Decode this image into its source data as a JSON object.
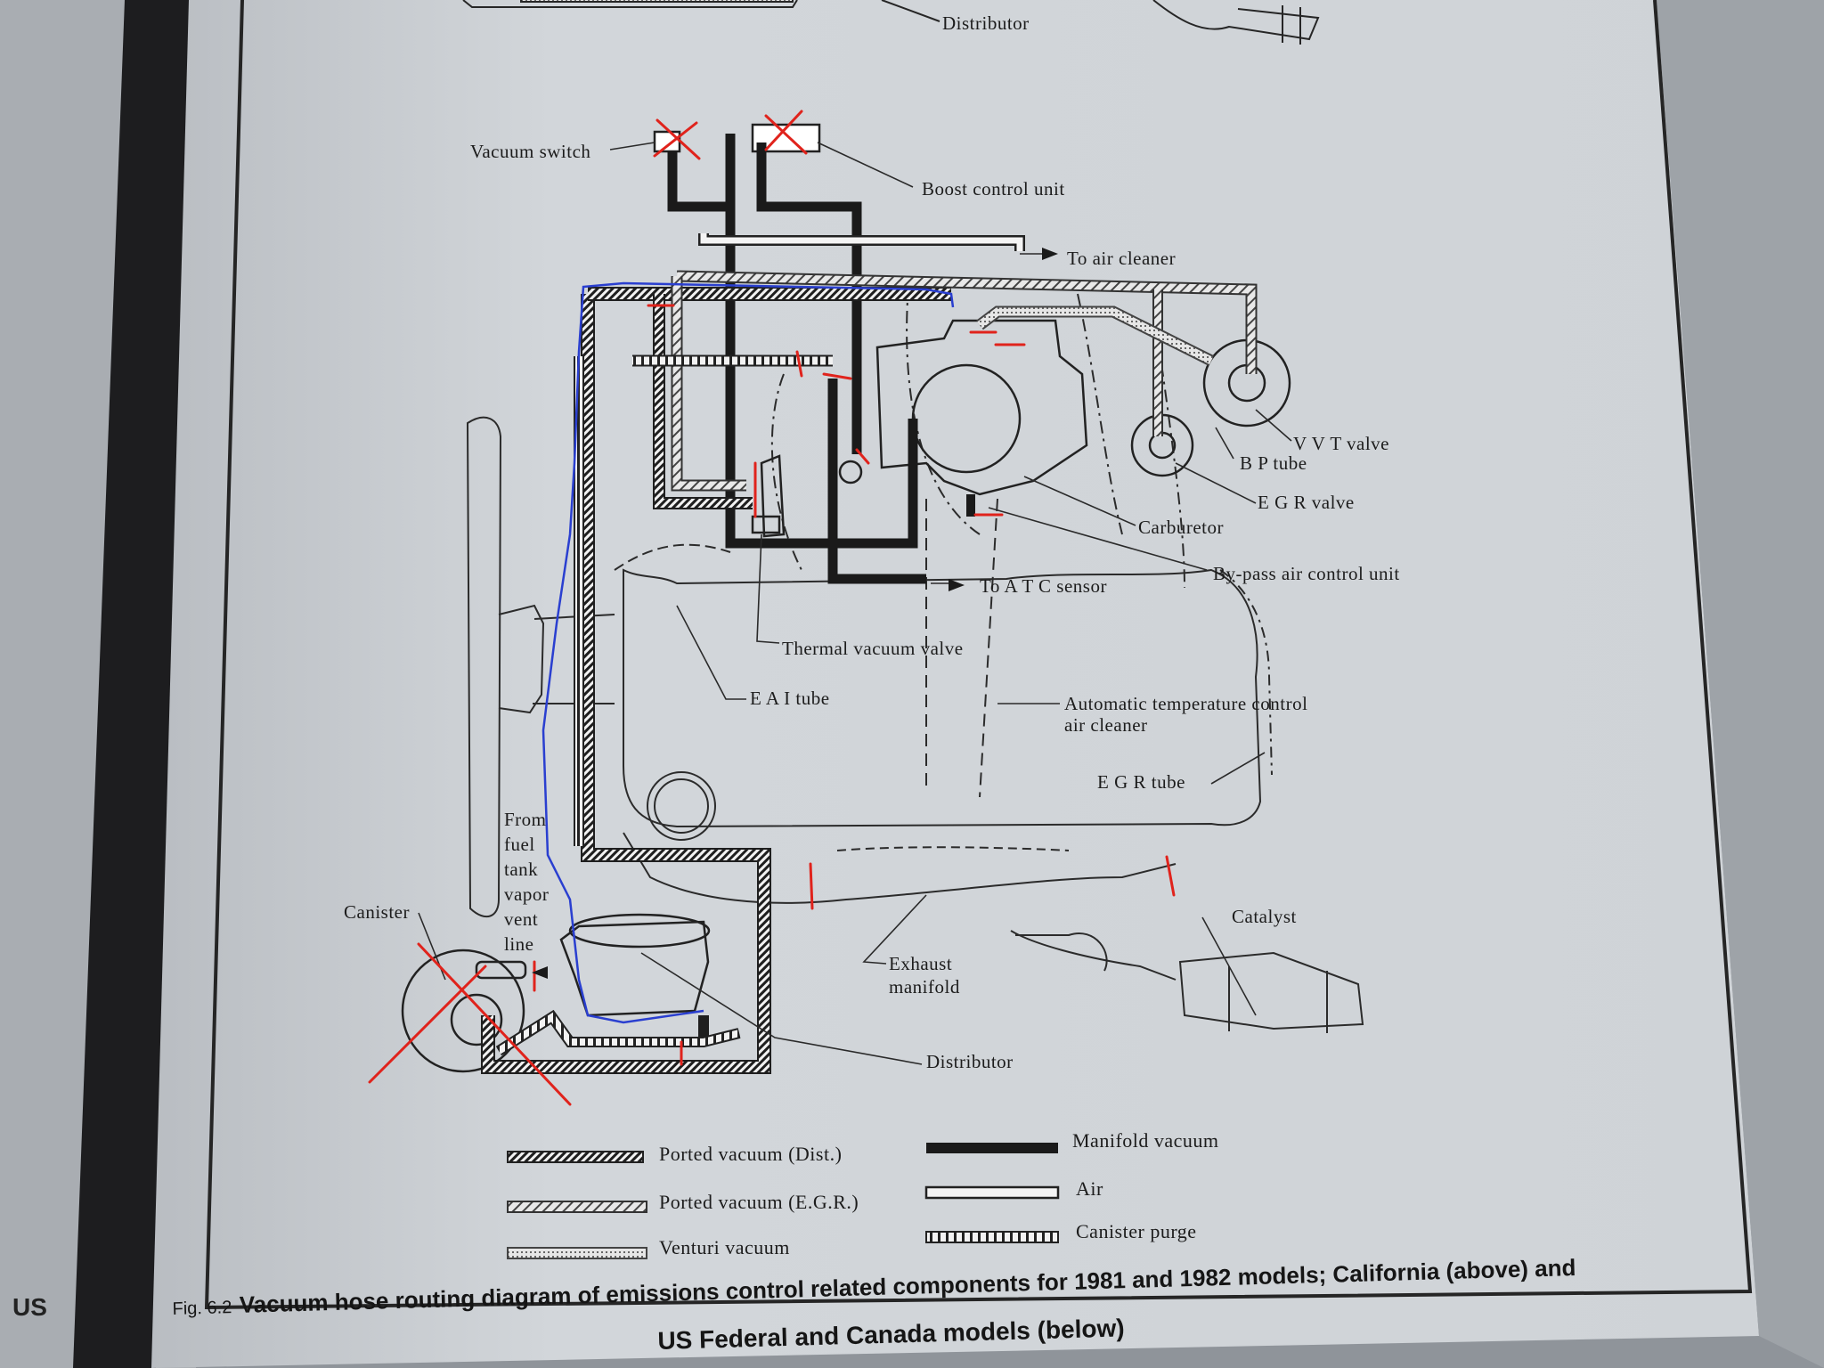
{
  "page": {
    "side_tag": "US"
  },
  "labels": {
    "distributor_top": "Distributor",
    "vacuum_switch": "Vacuum switch",
    "boost_control_unit": "Boost control unit",
    "to_air_cleaner": "To air cleaner",
    "vvt_valve": "V V T  valve",
    "bp_tube": "B P  tube",
    "egr_valve": "E G R  valve",
    "carburetor": "Carburetor",
    "bypass_air_control_unit": "By-pass air control unit",
    "to_atc_sensor": "To A T C  sensor",
    "thermal_vacuum_valve": "Thermal vacuum valve",
    "eai_tube": "E A I  tube",
    "atc_air_cleaner_line1": "Automatic temperature control",
    "atc_air_cleaner_line2": "air cleaner",
    "egr_tube": "E G R  tube",
    "from_fuel_tank": [
      "From",
      "fuel",
      "tank",
      "vapor",
      "vent",
      "line"
    ],
    "canister": "Canister",
    "catalyst": "Catalyst",
    "exhaust_manifold_line1": "Exhaust",
    "exhaust_manifold_line2": "manifold",
    "distributor_bottom": "Distributor"
  },
  "legend": {
    "ported_vacuum_dist": "Ported vacuum (Dist.)",
    "ported_vacuum_egr": "Ported vacuum (E.G.R.)",
    "venturi_vacuum": "Venturi vacuum",
    "manifold_vacuum": "Manifold vacuum",
    "air": "Air",
    "canister_purge": "Canister purge"
  },
  "caption": {
    "figure_number": "Fig. 6.2",
    "line1": "Vacuum hose routing diagram of emissions control related components for 1981 and 1982 models; California (above) and",
    "line2": "US Federal and Canada models (below)"
  },
  "colors": {
    "page_paper": "#cdd1d5",
    "left_page": "#aeb2b6",
    "ink": "#1e1e1e",
    "red_annotation": "#e0231c",
    "blue_annotation": "#2a3fd0"
  }
}
